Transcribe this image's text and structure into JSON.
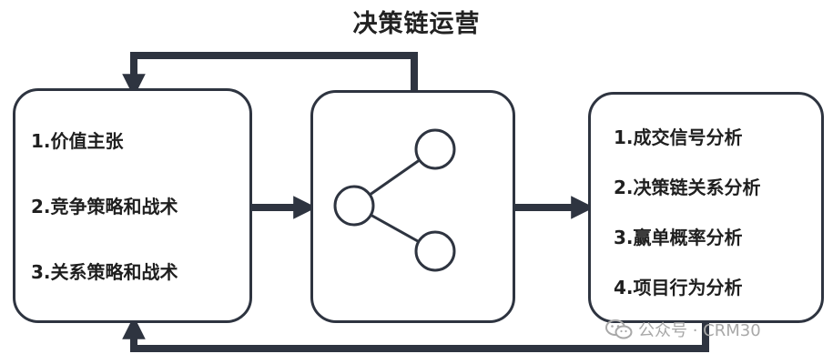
{
  "title": "决策链运营",
  "left_box": {
    "items": [
      "1.价值主张",
      "2.竞争策略和战术",
      "3.关系策略和战术"
    ]
  },
  "center_box": {
    "icon": "share-icon"
  },
  "right_box": {
    "items": [
      "1.成交信号分析",
      "2.决策链关系分析",
      "3.赢单概率分析",
      "4.项目行为分析"
    ]
  },
  "watermark": {
    "text": "公众号 · CRM30",
    "icon": "wechat-icon"
  },
  "colors": {
    "stroke": "#2e3440",
    "text": "#1f1f1f",
    "watermark": "#a8a8a8"
  }
}
